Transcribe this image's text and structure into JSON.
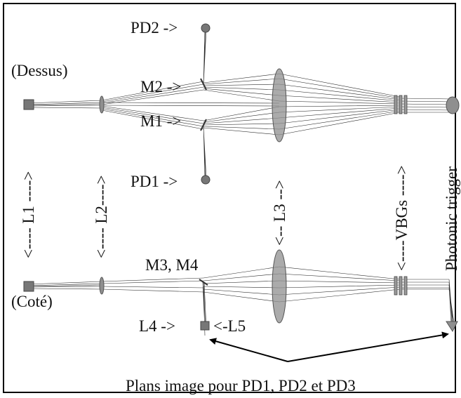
{
  "labels": {
    "dessus": "(Dessus)",
    "cote": "(Coté)",
    "pd2": "PD2 ->",
    "pd1": "PD1 ->",
    "m2": "M2 ->",
    "m1": "M1 ->",
    "m3m4": "M3, M4",
    "l4": "L4 ->",
    "l5": "<-L5",
    "l1": "<---- L1 ---->",
    "l2": "<---- L2---->",
    "l3": "<-- L3 -->",
    "vbgs": "<----VBGs ---->",
    "photonic": "Photonic trigger",
    "plans": "Plans image pour PD1, PD2 et PD3"
  },
  "colors": {
    "ray": "#2a2a2a",
    "lens_fill": "#8f8f8f",
    "lens_stroke": "#555555",
    "frame": "#000000"
  }
}
